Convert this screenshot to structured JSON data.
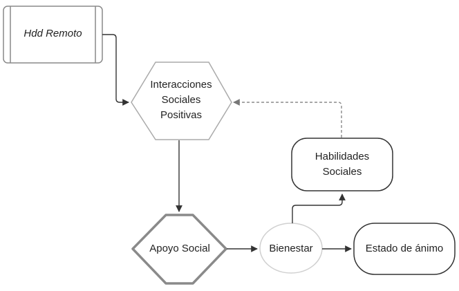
{
  "nodes": {
    "hdd_remoto": "Hdd Remoto",
    "interacciones": "Interacciones\nSociales\nPositivas",
    "habilidades": "Habilidades\nSociales",
    "apoyo": "Apoyo Social",
    "bienestar": "Bienestar",
    "estado": "Estado de ánimo"
  },
  "colors": {
    "stroke": "#333333",
    "diamond_stroke": "#8a8a8a",
    "circle_stroke": "#cfcfcf",
    "dashed": "#888888",
    "text": "#222222"
  }
}
